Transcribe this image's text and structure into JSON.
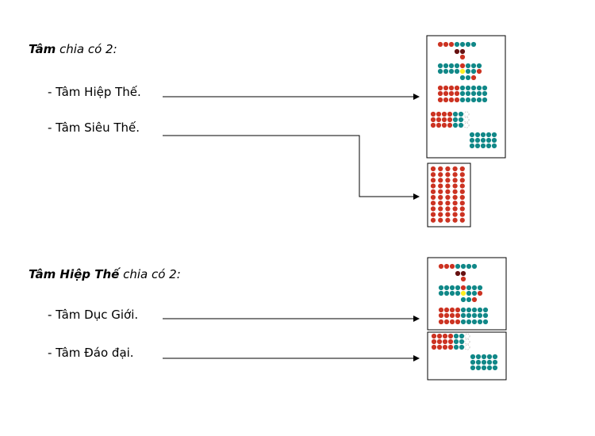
{
  "section1": {
    "heading_bold": "Tâm",
    "heading_rest": " chia có 2:",
    "items": [
      "- Tâm Hiệp Thế.",
      "- Tâm Siêu Thế."
    ]
  },
  "section2": {
    "heading_bold": "Tâm Hiệp Thế",
    "heading_rest": " chia có 2:",
    "items": [
      "- Tâm Dục Giới.",
      "- Tâm Đáo đại."
    ]
  },
  "colors": {
    "red": "#cc3322",
    "teal": "#118888",
    "maroon": "#661111",
    "yellow": "#ffee22",
    "dim": "#bbbbbb"
  }
}
